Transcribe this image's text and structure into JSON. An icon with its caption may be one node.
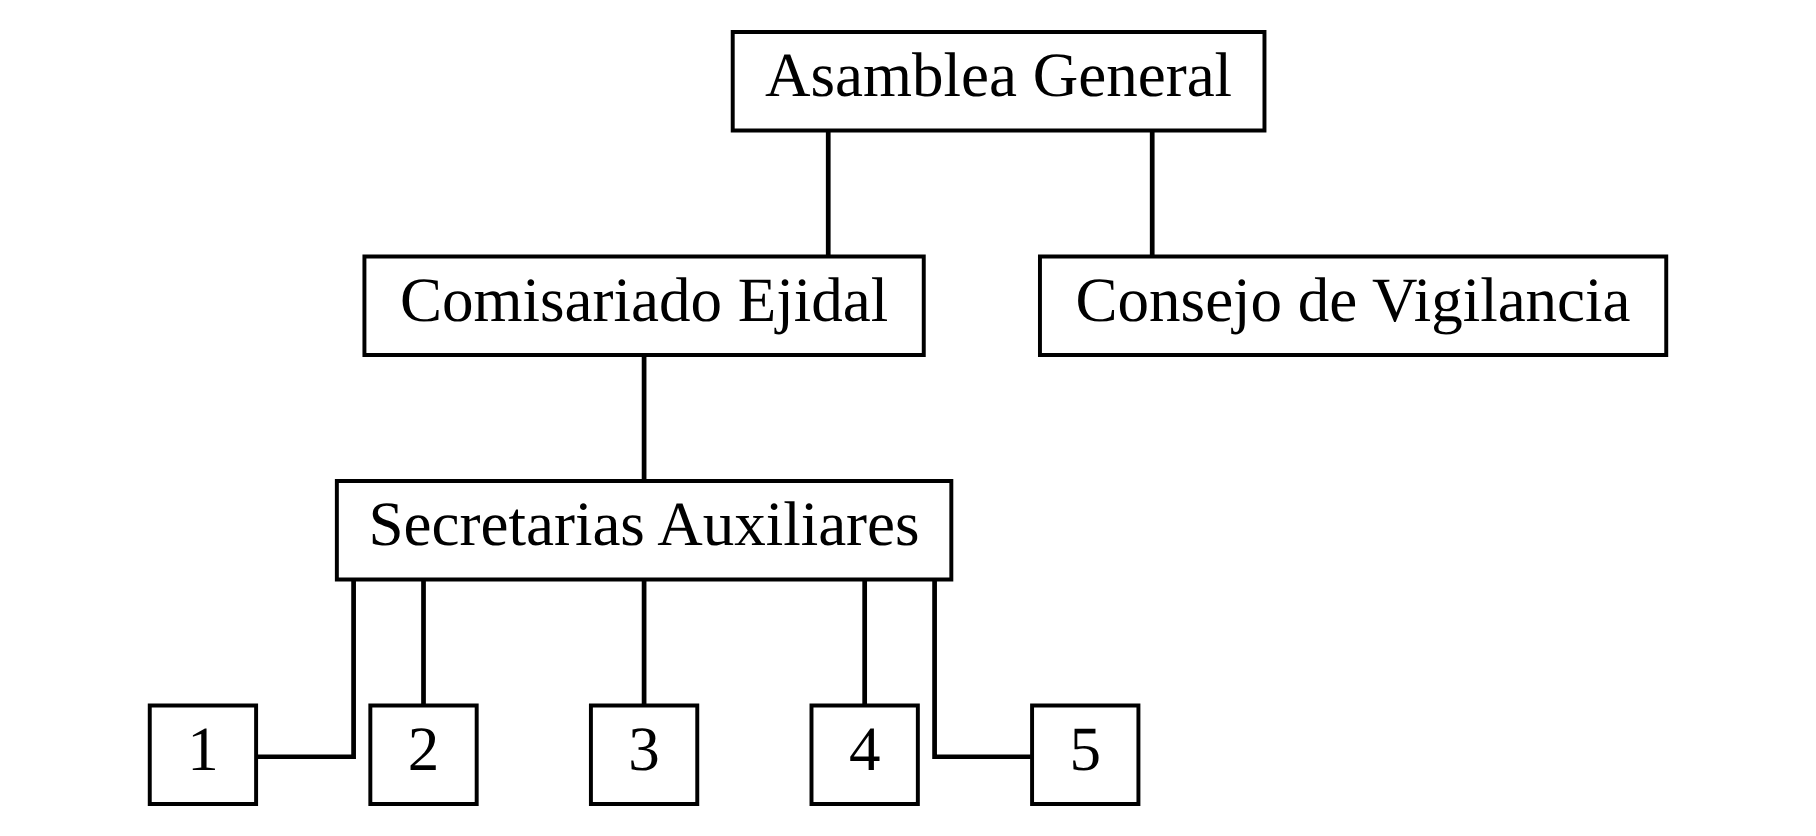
{
  "diagram": {
    "nodes": [
      {
        "text": [
          "Asamblea General"
        ]
      },
      {
        "text": [
          "Comisariado Ejidal"
        ]
      },
      {
        "text": [
          "Consejo de Vigilancia"
        ]
      },
      {
        "text": [
          "Secretarias Auxiliares"
        ]
      },
      {
        "text": [
          "1"
        ]
      },
      {
        "text": [
          "2"
        ]
      },
      {
        "text": [
          "3"
        ]
      },
      {
        "text": [
          "4"
        ]
      },
      {
        "text": [
          "5"
        ]
      }
    ],
    "edges": [
      {
        "from": 0,
        "to": 1,
        "arrow": "none"
      },
      {
        "from": 0,
        "to": 2,
        "arrow": "none"
      },
      {
        "from": 1,
        "to": 3,
        "arrow": "none"
      },
      {
        "from": 3,
        "to": 4,
        "arrow": "none"
      },
      {
        "from": 3,
        "to": 5,
        "arrow": "none"
      },
      {
        "from": 3,
        "to": 6,
        "arrow": "none"
      },
      {
        "from": 3,
        "to": 7,
        "arrow": "none"
      },
      {
        "from": 3,
        "to": 8,
        "arrow": "none"
      }
    ]
  }
}
